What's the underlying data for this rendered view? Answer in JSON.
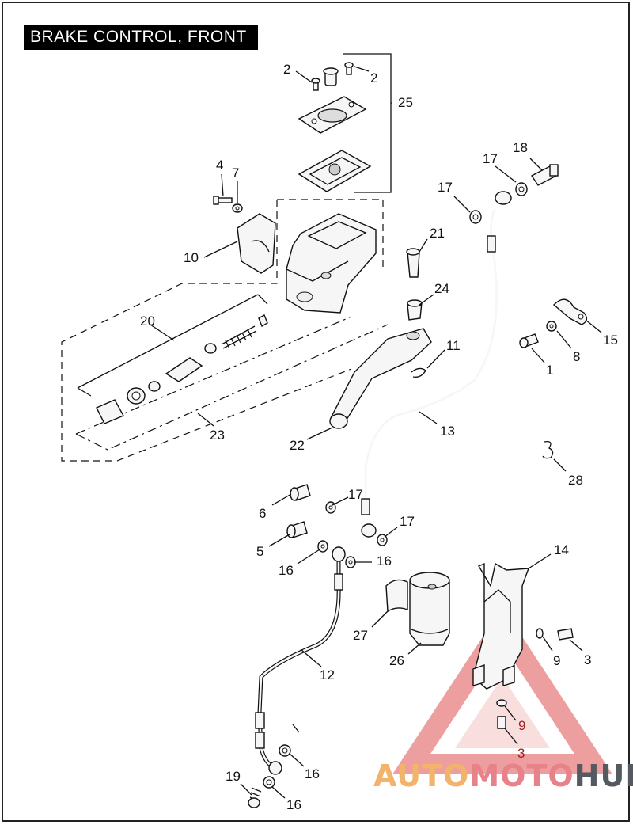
{
  "title": "BRAKE CONTROL, FRONT",
  "watermark": {
    "part_a": "AUTO",
    "part_b": "MOTO",
    "part_c": "HUB"
  },
  "colors": {
    "frame": "#222222",
    "title_bg": "#000000",
    "watermark_orange": "#f2b36a",
    "watermark_pink": "#e7828a",
    "watermark_gray": "#555a60",
    "watermark_triangle": "#e88080"
  },
  "callouts": {
    "c2a": "2",
    "c2b": "2",
    "c25": "25",
    "c4": "4",
    "c7": "7",
    "c18": "18",
    "c17a": "17",
    "c17b": "17",
    "c21": "21",
    "c10": "10",
    "c24": "24",
    "c20": "20",
    "c11": "11",
    "c15": "15",
    "c8": "8",
    "c1": "1",
    "c13": "13",
    "c23": "23",
    "c22": "22",
    "c28": "28",
    "c6": "6",
    "c17c": "17",
    "c17d": "17",
    "c5": "5",
    "c16a": "16",
    "c16b": "16",
    "c14": "14",
    "c27": "27",
    "c9a": "9",
    "c3a": "3",
    "c26": "26",
    "c12": "12",
    "c9b": "9",
    "c3b": "3",
    "c16c": "16",
    "c19": "19",
    "c16d": "16"
  }
}
